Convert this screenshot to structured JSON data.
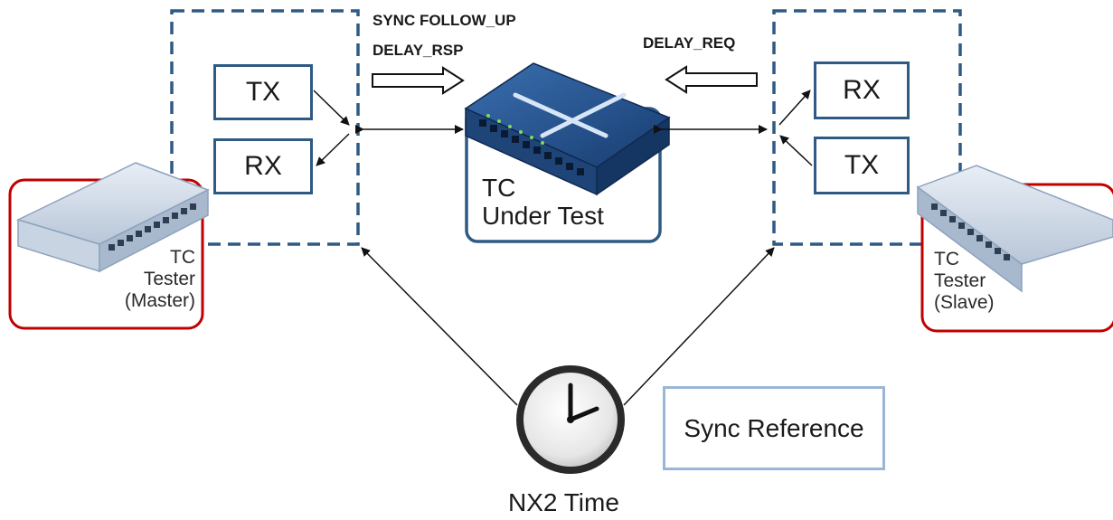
{
  "messages": {
    "master_to_dut_line1": "SYNC FOLLOW_UP",
    "master_to_dut_line2": "DELAY_RSP",
    "slave_to_dut": "DELAY_REQ"
  },
  "master_port": {
    "tx": "TX",
    "rx": "RX"
  },
  "slave_port": {
    "rx": "RX",
    "tx": "TX"
  },
  "dut": {
    "line1": "TC",
    "line2": "Under Test"
  },
  "master_tester": {
    "line1": "TC",
    "line2": "Tester",
    "line3": "(Master)"
  },
  "slave_tester": {
    "line1": "TC",
    "line2": "Tester",
    "line3": "(Slave)"
  },
  "clock": {
    "label": "NX2 Time"
  },
  "sync_reference": {
    "label": "Sync Reference"
  },
  "colors": {
    "dashed_border": "#2e5a84",
    "tester_border": "#c00000",
    "dut_border": "#2e5a84",
    "sync_border": "#9ab6d6"
  }
}
